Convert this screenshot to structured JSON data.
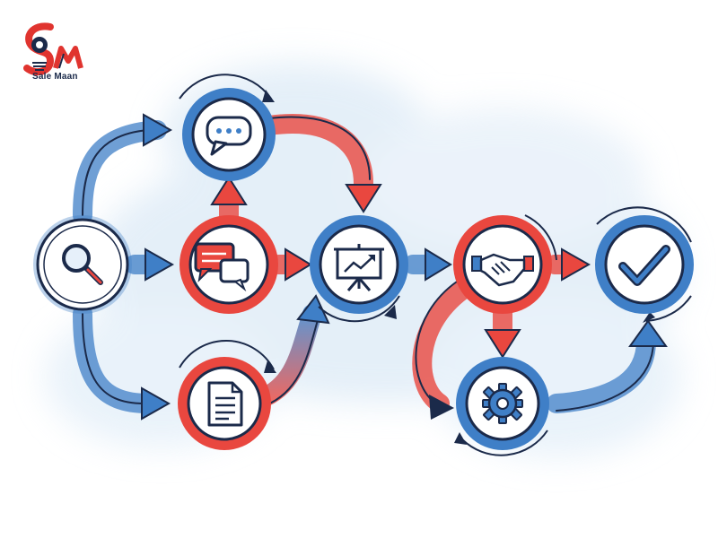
{
  "logo": {
    "text": "Sale Maan",
    "colors": {
      "red": "#e0342f",
      "navy": "#1b2a4a"
    }
  },
  "colors": {
    "blue": "#3f7fc7",
    "blue_light": "#8fb6e3",
    "red": "#e9473f",
    "red_light": "#f29a94",
    "navy": "#1b2a4a",
    "wash": "#cfe2f3"
  },
  "nodes": [
    {
      "id": "search",
      "icon": "magnifier-icon",
      "theme": "blue"
    },
    {
      "id": "chat",
      "icon": "chat-bubble-icon",
      "theme": "blue"
    },
    {
      "id": "discuss",
      "icon": "conversation-icon",
      "theme": "red"
    },
    {
      "id": "document",
      "icon": "document-icon",
      "theme": "red"
    },
    {
      "id": "present",
      "icon": "presentation-board-icon",
      "theme": "blue"
    },
    {
      "id": "handshake",
      "icon": "handshake-icon",
      "theme": "red"
    },
    {
      "id": "settings",
      "icon": "gear-icon",
      "theme": "blue"
    },
    {
      "id": "done",
      "icon": "checkmark-icon",
      "theme": "blue"
    }
  ],
  "flow_connectors": [
    {
      "from": "search",
      "to": "chat",
      "color": "blue"
    },
    {
      "from": "search",
      "to": "discuss",
      "color": "blue"
    },
    {
      "from": "search",
      "to": "document",
      "color": "blue"
    },
    {
      "from": "discuss",
      "to": "chat",
      "color": "red"
    },
    {
      "from": "chat",
      "to": "present",
      "color": "red"
    },
    {
      "from": "discuss",
      "to": "present",
      "color": "red"
    },
    {
      "from": "document",
      "to": "present",
      "color": "red"
    },
    {
      "from": "present",
      "to": "handshake",
      "color": "blue"
    },
    {
      "from": "handshake",
      "to": "done",
      "color": "red"
    },
    {
      "from": "handshake",
      "to": "settings",
      "color": "red"
    },
    {
      "from": "handshake",
      "to": "settings",
      "color": "red"
    },
    {
      "from": "settings",
      "to": "done",
      "color": "blue"
    }
  ]
}
